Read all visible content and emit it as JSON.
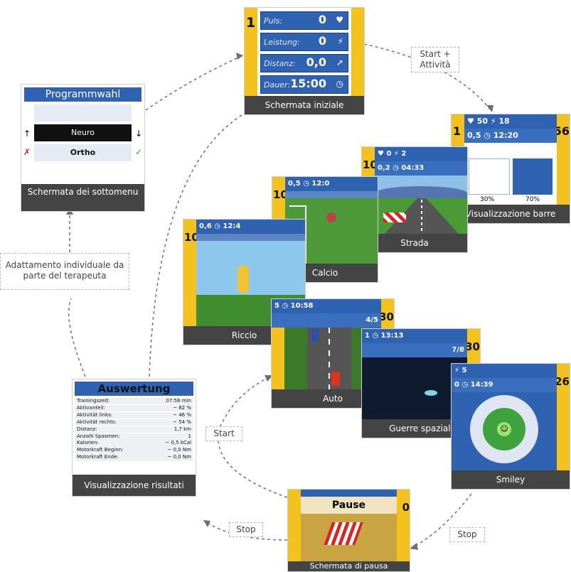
{
  "screens": {
    "initial": {
      "caption": "Schermata iniziale",
      "left_number": "1",
      "rows": [
        {
          "label": "Puls:",
          "value": "0",
          "icon": "heart-icon"
        },
        {
          "label": "Leistung:",
          "value": "0",
          "icon": "power-icon"
        },
        {
          "label": "Distanz:",
          "value": "0,0",
          "icon": "distance-icon"
        },
        {
          "label": "Dauer:",
          "value": "15:00",
          "icon": "clock-icon"
        }
      ]
    },
    "submenu": {
      "caption": "Schermata dei sottomenu",
      "title": "Programmwahl",
      "items": [
        "Neuro",
        "Ortho"
      ]
    },
    "bars": {
      "caption": "Visualizzazione barre",
      "left_number": "1",
      "right_number": "56",
      "hdr": "♥ 50   ⚡ 18",
      "hdr2": "0,5   ◷ 12:20",
      "left_pct": "30%",
      "right_pct": "70%"
    },
    "road": {
      "caption": "Strada",
      "left_number": "10",
      "hdr": "♥ 0        ⚡ 2",
      "hdr2": "0,2   ◷ 04:33"
    },
    "soccer": {
      "caption": "Calcio",
      "left_number": "10",
      "hdr": "0,5      ◷ 12:0"
    },
    "hedgehog": {
      "caption": "Riccio",
      "left_number": "10",
      "hdr": "0,6      ◷ 12:4"
    },
    "car": {
      "caption": "Auto",
      "right_number": "30",
      "hdr": "5      ◷ 10:58",
      "hdr2": "4/5"
    },
    "space": {
      "caption": "Guerre spaziali",
      "right_number": "30",
      "hdr": "1      ◷ 13:13",
      "hdr2": "7/8"
    },
    "smiley": {
      "caption": "Smiley",
      "right_number": "26",
      "hdr": "⚡ 5",
      "hdr2": "0   ◷ 14:39"
    },
    "pause": {
      "caption": "Schermata di pausa",
      "title": "Pause",
      "right_number": "0"
    },
    "results": {
      "caption": "Visualizzazione risultati",
      "title": "Auswertung",
      "rows": [
        {
          "k": "Trainingszeit:",
          "v": "07:56 min"
        },
        {
          "k": "Aktivanteil:",
          "v": "~ 82 %"
        },
        {
          "k": "Aktivität links:",
          "v": "~ 46 %"
        },
        {
          "k": "Aktivität rechts:",
          "v": "~ 54 %"
        },
        {
          "k": "Distanz:",
          "v": "1,7 km"
        },
        {
          "k": "Anzahl Spasmen:",
          "v": "1"
        },
        {
          "k": "Kalorien:",
          "v": "~ 0,5 kCal"
        },
        {
          "k": "Motorkraft Beginn:",
          "v": "~ 0,0 Nm"
        },
        {
          "k": "Motorkraft Ende:",
          "v": "~ 0,0 Nm"
        }
      ]
    }
  },
  "labels": {
    "start_activity": "Start + Attività",
    "adaptation": "Adattamento individuale da parte del terapeuta",
    "start": "Start",
    "stop_right": "Stop",
    "stop_left": "Stop"
  },
  "colors": {
    "blue": "#2f63b2",
    "yellow": "#f3c21f",
    "caption_bg": "#444444"
  }
}
